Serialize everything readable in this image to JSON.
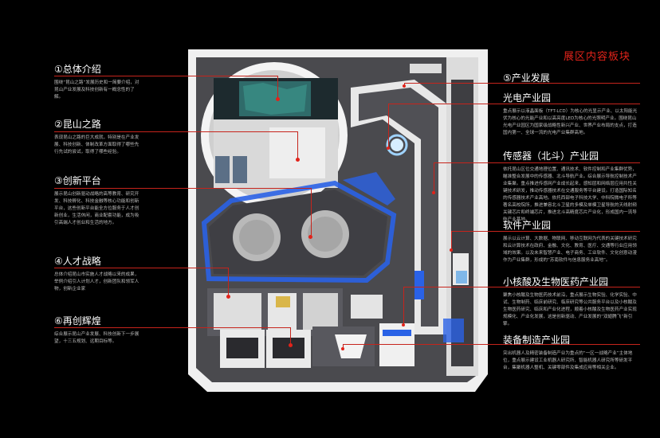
{
  "title": "展区内容板块",
  "left_sections": [
    {
      "heading": "①总体介绍",
      "body": "围绕“昆山之路”发展历史和一简要介绍，对昆山产业发展及科技创新有一概念性的了解。"
    },
    {
      "heading": "②昆山之路",
      "body": "表现昆山之路的巨大成就，特别是在产业发展、科技创新、体制改革方面取得了哪些先行先试的尝试，取得了哪些经验。"
    },
    {
      "heading": "③创新平台",
      "body": "展示昆山创新驱动战略的高等教育、研究开发、科技孵化、科技金融等核心功能和创新平台，这些创新平台能全方位服务于人才创新创业，生活休闲，商业配套功能，成为吸引高端人才创业和生活的地方。"
    },
    {
      "heading": "④人才战略",
      "body": "总体介绍昆山市实施人才战略以来的成果，举例介绍引人计划人才，创新团队和领军人物，创新企业家"
    },
    {
      "heading": "⑥再创辉煌",
      "body": "综合展示昆山产业发展、科技创新下一步展望，十三五规划、远期目标等。"
    }
  ],
  "right_top_heading": "⑤产业发展",
  "right_sections": [
    {
      "heading": "光电产业园",
      "body": "重点展示以液晶面板（TFT-LCD）为核心的光显示产业、以太阳能光伏为核心的光能产业和以高亮度LED为核心的光照明产业。围绕昆山光电产业园区为国家级战略性新兴产业、世界产业布局的支点，打造国内第一、全球一流的光电产业集群高地。"
    },
    {
      "heading": "传感器（北斗）产业园",
      "body": "依托昆山区位交通地理位置、通讯技术、软件控制和产业集群优势，瞄准整合发展中的传感器、北斗导航产业。综合展示导航控制技术产业集聚。重点推进传感网产业成长起来，感知层和网络层应用共性关键技术研发，推动传感器技术在交通服务等平台建设。打造国际知名的传感器技术产业高地。依托西部电子科技大学、中科院微电子所等著名高校院所，推进兼容北斗卫星的多模及单模卫星导航的天线射频关键芯片和终端芯片，推进北斗高精度芯片产业化，形成国内一流导航产业基地。"
    },
    {
      "heading": "软件产业园",
      "body": "展示以云计算、大数据、物联网、移动互联网为代表的关键技术研究和云计算技术在政府、金融、文化、教育、医疗、交通等行业应用领域的效果。以及未来智慧产业、电子商务、工业软件、文化创意动漫作为产业集群，形成的“苏南软件与信息服务业高地”。"
    },
    {
      "heading": "小核酸及生物医药产业园",
      "body": "聚焦小核酸及生物医药技术前沿，重点展示生物实验、化学实验、中试、生物制药、临床前研究、临床研究等公共服务平台以及小核酸及生物医药研究、临床和产业化进程，顺着小核酸及生物医药产业实现规模化、产业化发展，这是创新驱动、产业发展的“双翅腾飞”新引擎。"
    },
    {
      "heading": "装备制造产业园",
      "body": "突出机器人及精密装备制造产业为重点的“一区一战略产业”主体地位，重点展示建设工业机器人研究所、智能机器人研究所等研发平台，集聚机器人整机、关键零部件及集成应用等相关企业。"
    }
  ]
}
